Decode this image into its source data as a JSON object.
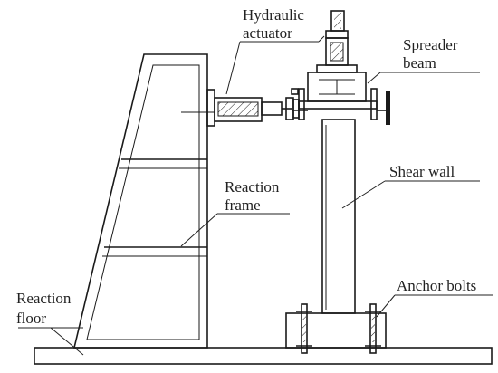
{
  "labels": {
    "hydraulic_line1": "Hydraulic",
    "hydraulic_line2": "actuator",
    "spreader_line1": "Spreader",
    "spreader_line2": "beam",
    "shear_wall": "Shear wall",
    "reaction_frame_line1": "Reaction",
    "reaction_frame_line2": "frame",
    "reaction_floor_line1": "Reaction",
    "reaction_floor_line2": "floor",
    "anchor_bolts": "Anchor bolts"
  },
  "colors": {
    "line": "#1a1a1a",
    "text": "#222222",
    "background": "#ffffff"
  }
}
